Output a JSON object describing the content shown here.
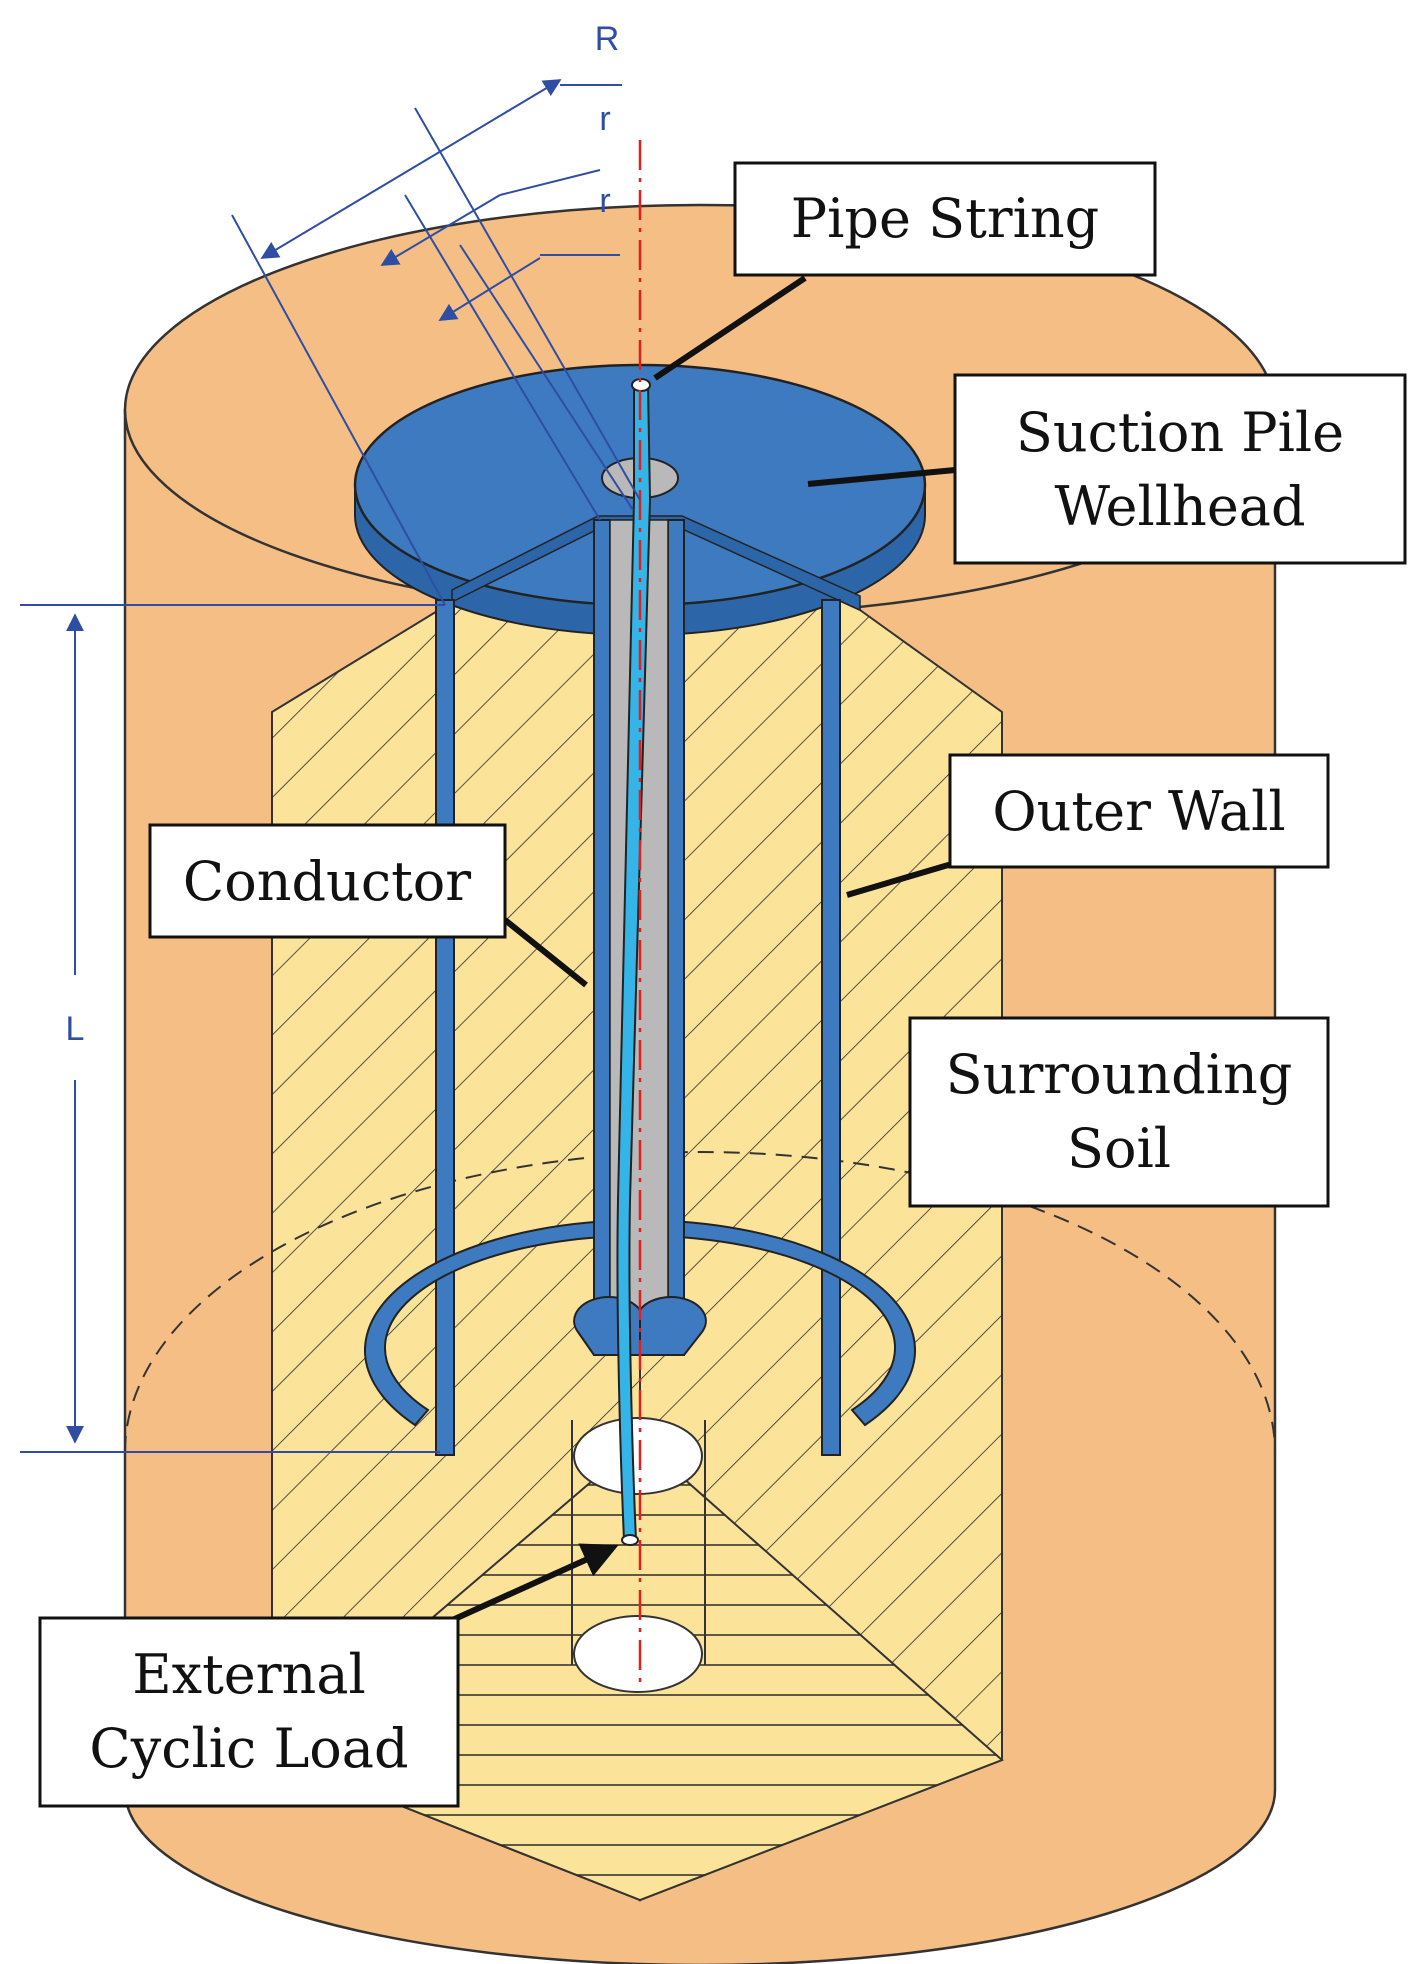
{
  "labels": {
    "pipe_string": "Pipe String",
    "suction_pile_line1": "Suction Pile",
    "suction_pile_line2": "Wellhead",
    "outer_wall": "Outer Wall",
    "conductor": "Conductor",
    "surrounding_soil_line1": "Surrounding",
    "surrounding_soil_line2": "Soil",
    "external_load_line1": "External",
    "external_load_line2": "Cyclic Load"
  },
  "dimensions": {
    "outer_radius": "R",
    "conductor_radius": "r",
    "pipe_radius": "r",
    "length": "L"
  },
  "colors": {
    "soil_outer": "#f5be85",
    "soil_inner": "#fce39a",
    "steel_blue": "#3d7ac0",
    "pipe_cyan": "#35b4e8",
    "conductor_grey": "#b9b9b9",
    "dimension_blue": "#2f4ea3",
    "axis_red": "#e0201e"
  }
}
